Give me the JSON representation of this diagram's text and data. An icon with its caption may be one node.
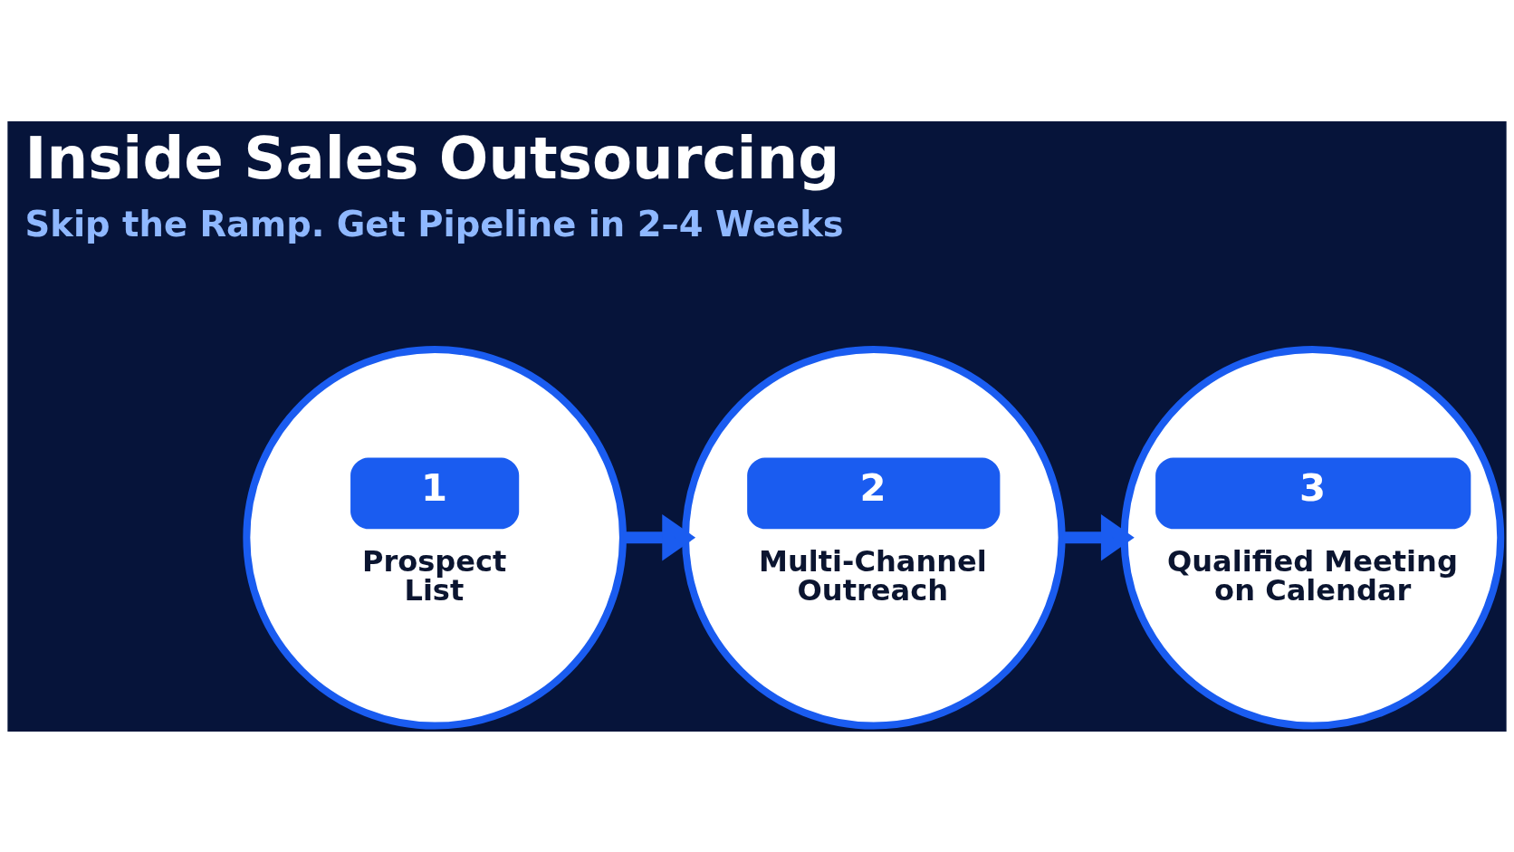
{
  "diagram": {
    "title": "Inside Sales Outsourcing",
    "nodes": [
      {
        "text": [
          "1",
          "Prospect List"
        ]
      },
      {
        "text": [
          "2",
          "Multi-Channel Outreach"
        ]
      },
      {
        "text": [
          "3",
          "Qualified Meeting on Calendar"
        ]
      }
    ],
    "edges": [
      {
        "from": 0,
        "to": 1,
        "arrow": "to"
      },
      {
        "from": 1,
        "to": 2,
        "arrow": "to"
      }
    ],
    "labels": [
      "Skip the Ramp. Get Pipeline in 2–4 Weeks"
    ]
  }
}
